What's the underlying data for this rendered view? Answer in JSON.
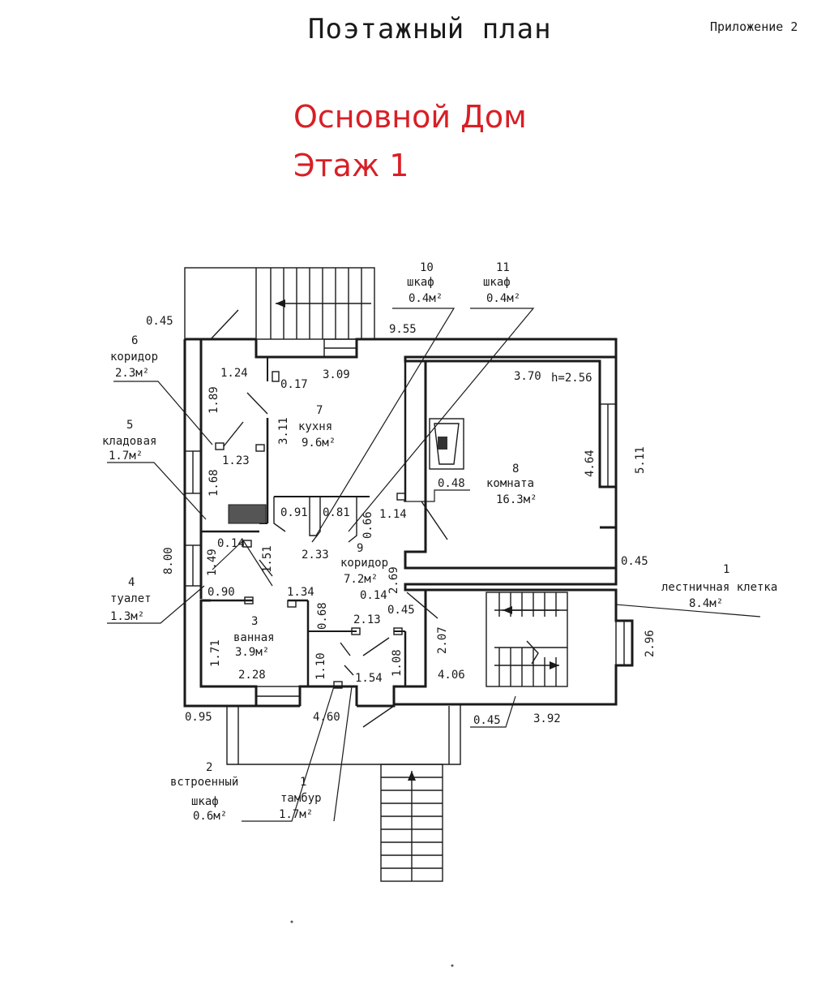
{
  "header": {
    "title": "Поэтажный план",
    "appendix": "Приложение 2",
    "building": "Основной Дом",
    "floor": "Этаж 1"
  },
  "rooms": [
    {
      "num": "1",
      "name": "лестничная клетка",
      "area": "8.4м²"
    },
    {
      "num": "1",
      "name": "тамбур",
      "area": "1.7м²"
    },
    {
      "num": "2",
      "name": "встроенный",
      "name2": "шкаф",
      "area": "0.6м²"
    },
    {
      "num": "3",
      "name": "ванная",
      "area": "3.9м²"
    },
    {
      "num": "4",
      "name": "туалет",
      "area": "1.3м²"
    },
    {
      "num": "5",
      "name": "кладовая",
      "area": "1.7м²"
    },
    {
      "num": "6",
      "name": "коридор",
      "area": "2.3м²"
    },
    {
      "num": "7",
      "name": "кухня",
      "area": "9.6м²"
    },
    {
      "num": "8",
      "name": "комната",
      "area": "16.3м²"
    },
    {
      "num": "9",
      "name": "коридор",
      "area": "7.2м²"
    },
    {
      "num": "10",
      "name": "шкаф",
      "area": "0.4м²"
    },
    {
      "num": "11",
      "name": "шкаф",
      "area": "0.4м²"
    }
  ],
  "room8_height": "h=2.56",
  "dims": {
    "d0_45_top": "0.45",
    "d9_55": "9.55",
    "d1_24": "1.24",
    "d0_17": "0.17",
    "d3_09": "3.09",
    "d3_70": "3.70",
    "d1_89": "1.89",
    "d3_11": "3.11",
    "d1_23": "1.23",
    "d4_64": "4.64",
    "d5_11": "5.11",
    "d1_68": "1.68",
    "d0_48": "0.48",
    "d0_91": "0.91",
    "d0_81": "0.81",
    "d0_66": "0.66",
    "d1_14": "1.14",
    "d0_14_a": "0.14",
    "d2_33": "2.33",
    "d8_00": "8.00",
    "d1_49": "1.49",
    "d1_51": "1.51",
    "d2_69": "2.69",
    "d0_45_r": "0.45",
    "d0_90": "0.90",
    "d1_34": "1.34",
    "d0_68": "0.68",
    "d0_14_b": "0.14",
    "d2_13": "2.13",
    "d0_45_c": "0.45",
    "d2_07": "2.07",
    "d2_96": "2.96",
    "d1_71": "1.71",
    "d1_10": "1.10",
    "d1_08": "1.08",
    "d1_54": "1.54",
    "d2_28": "2.28",
    "d4_06": "4.06",
    "d0_95": "0.95",
    "d4_60": "4.60",
    "d0_45_b": "0.45",
    "d3_92": "3.92"
  }
}
